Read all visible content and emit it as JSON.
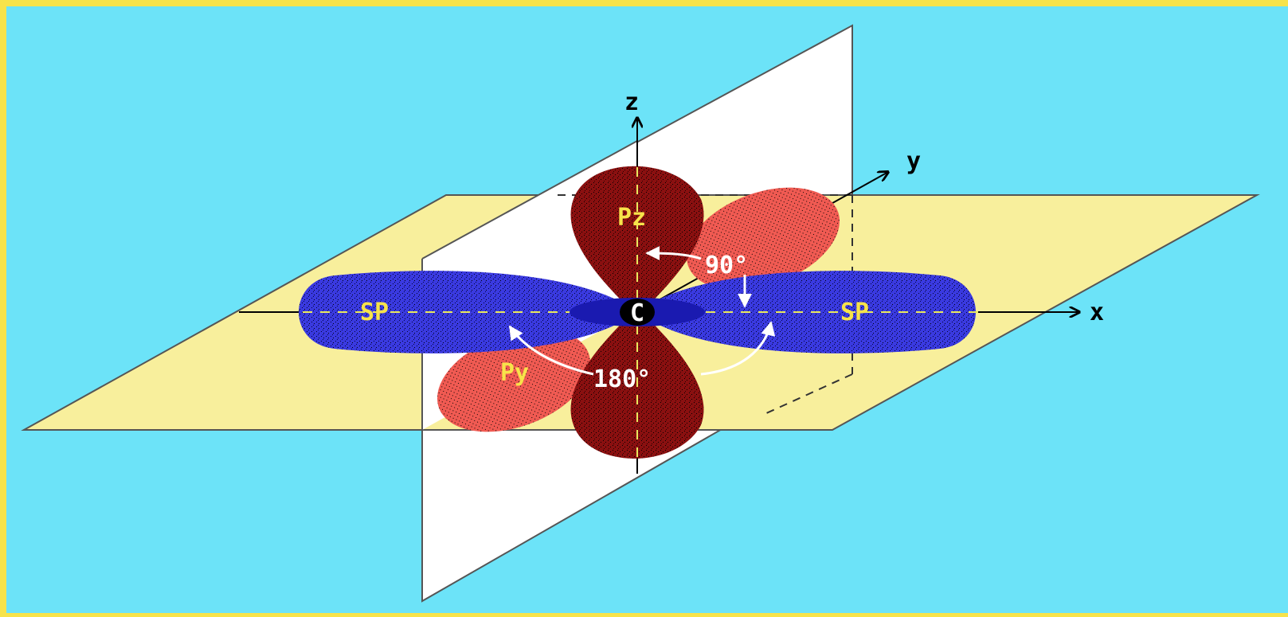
{
  "diagram": {
    "colors": {
      "border": "#f7e34a",
      "background": "#6ce3f8",
      "horizontal_plane": "#f8ef9c",
      "vertical_plane": "#ffffff",
      "pz_lobe": "#8a1010",
      "py_lobe": "#f05a52",
      "sp_lobe": "#3a3ae0",
      "nucleus": "#1a1ab0",
      "label_yellow": "#f7e34a",
      "label_white": "#ffffff"
    },
    "axes": {
      "x_label": "x",
      "y_label": "y",
      "z_label": "z"
    },
    "center_label": "C",
    "orbitals": {
      "pz_label": "Pz",
      "py_label": "Py",
      "sp_left_label": "SP",
      "sp_right_label": "SP"
    },
    "angles": {
      "angle_90": "90°",
      "angle_180": "180°"
    }
  }
}
